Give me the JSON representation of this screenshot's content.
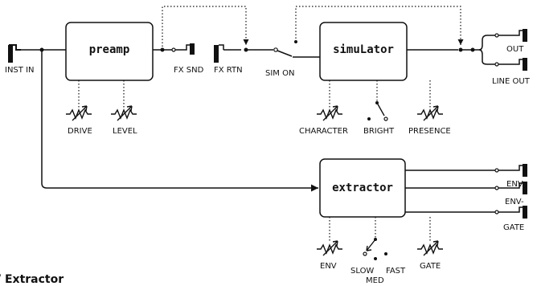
{
  "blocks": {
    "preamp": "preamp",
    "simulator": "simuLator",
    "extractor": "extractor"
  },
  "jacks": {
    "inst_in": "INST IN",
    "fx_snd": "FX SND",
    "fx_rtn": "FX RTN",
    "sim_on": "SIM ON",
    "out": "OUT",
    "line_out": "LINE OUT",
    "env": "ENV",
    "env_neg": "ENV-",
    "gate": "GATE"
  },
  "controls": {
    "drive": "DRIVE",
    "level": "LEVEL",
    "character": "CHARACTER",
    "bright": "BRIGHT",
    "presence": "PRESENCE",
    "env": "ENV",
    "slow": "SLOW",
    "fast": "FAST",
    "med": "MED",
    "gate": "GATE"
  },
  "section_title": "/ Extractor"
}
